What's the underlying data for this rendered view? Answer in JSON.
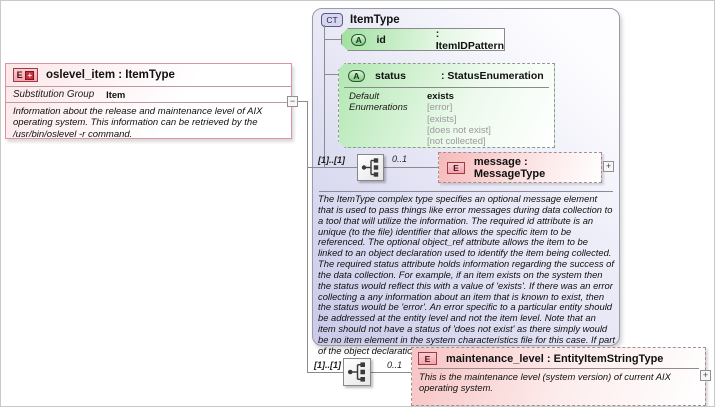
{
  "oslevel_box": {
    "icon_letter": "E",
    "icon_plus": "+",
    "title": "oslevel_item : ItemType",
    "substitution_group_label": "Substitution Group",
    "substitution_group_value": "Item",
    "description": "Information about the release and maintenance level of AIX operating system. This information can be retrieved by the /usr/bin/oslevel -r command.",
    "collapse_glyph": "−"
  },
  "itemtype_box": {
    "icon": "CT",
    "title": "ItemType",
    "attr_id": {
      "icon": "A",
      "name": "id",
      "type": ": ItemIDPattern"
    },
    "attr_status": {
      "icon": "A",
      "name": "status",
      "type": ": StatusEnumeration",
      "default_label": "Default",
      "default_value": "exists",
      "enumerations_label": "Enumerations",
      "enums": [
        "[error]",
        "[exists]",
        "[does not exist]",
        "[not collected]"
      ]
    },
    "sequence": {
      "cardinality": "[1]..[1]",
      "occurs": "0..1"
    },
    "message_element": {
      "icon": "E",
      "label": "message : MessageType",
      "expand_glyph": "+"
    },
    "documentation": "The ItemType complex type specifies an optional message element that is used to pass things like error messages during data collection to a tool that will utilize the information. The required id attribute is an unique (to the file) identifier that allows the specific item to be referenced. The optional object_ref attribute allows the item to be linked to an object declaration used to identify the item being collected. The required status attribute holds information regarding the success of the data collection. For example, if an item exists on the system then the status would reflect this with a value of 'exists'. If there was an error collecting a any information about an item that is known to exist, then the status would be 'error'. An error specific to a particular entity should be addressed at the entity level and not the item level. Note that an item should not have a status of 'does not exist' as there simply would be no item element in the system characteristics file for this case. If part of the object declaration do"
  },
  "maintenance_sequence": {
    "cardinality": "[1]..[1]",
    "occurs": "0..1"
  },
  "maintenance_element": {
    "icon": "E",
    "label": "maintenance_level : EntityItemStringType",
    "description": "This is the maintenance level (system version) of current AIX operating system.",
    "expand_glyph": "+"
  }
}
